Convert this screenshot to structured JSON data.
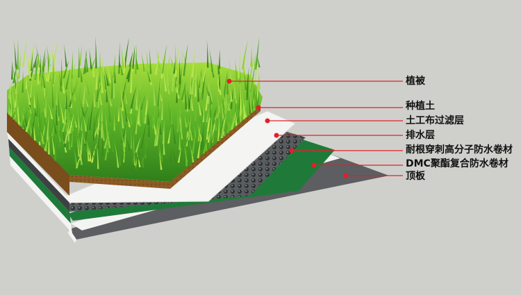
{
  "layers": [
    {
      "id": "vegetation",
      "label": "植被"
    },
    {
      "id": "planting-soil",
      "label": "种植土"
    },
    {
      "id": "geotextile-filter",
      "label": "土工布过滤层"
    },
    {
      "id": "drainage",
      "label": "排水层"
    },
    {
      "id": "root-resistant-membrane",
      "label": "耐根穿刺高分子防水卷材"
    },
    {
      "id": "dmc-membrane",
      "label": "DMC聚酯复合防水卷材"
    },
    {
      "id": "roof-slab",
      "label": "顶板"
    }
  ],
  "colors": {
    "background": "#cfd0cc",
    "leader": "#e0202a",
    "grass": "#6cbf2a",
    "soil": "#8a5a24",
    "filter": "#f4f4f2",
    "drainage": "#55585a",
    "membrane": "#1f7a3a",
    "dmc": "#f4f4f2",
    "slab": "#5d5e61"
  }
}
